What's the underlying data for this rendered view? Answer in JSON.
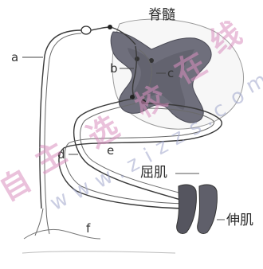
{
  "labels": {
    "spinal_cord": "脊髓",
    "a": "a",
    "b": "b",
    "c": "c",
    "d": "d",
    "e": "e",
    "f": "f",
    "flexor": "屈肌",
    "extensor": "伸肌"
  },
  "watermark": {
    "chars": [
      "自",
      "主",
      "选",
      "校",
      "在",
      "线"
    ],
    "url_chars": [
      "w",
      "w",
      "w",
      ".",
      "z",
      "i",
      "z",
      "z",
      "s",
      ".",
      "c",
      "o",
      "m"
    ]
  },
  "colors": {
    "gray_matter": "#7a7a86",
    "watermark_pink": "#d98fbf",
    "watermark_blue": "#9fa6cc"
  }
}
